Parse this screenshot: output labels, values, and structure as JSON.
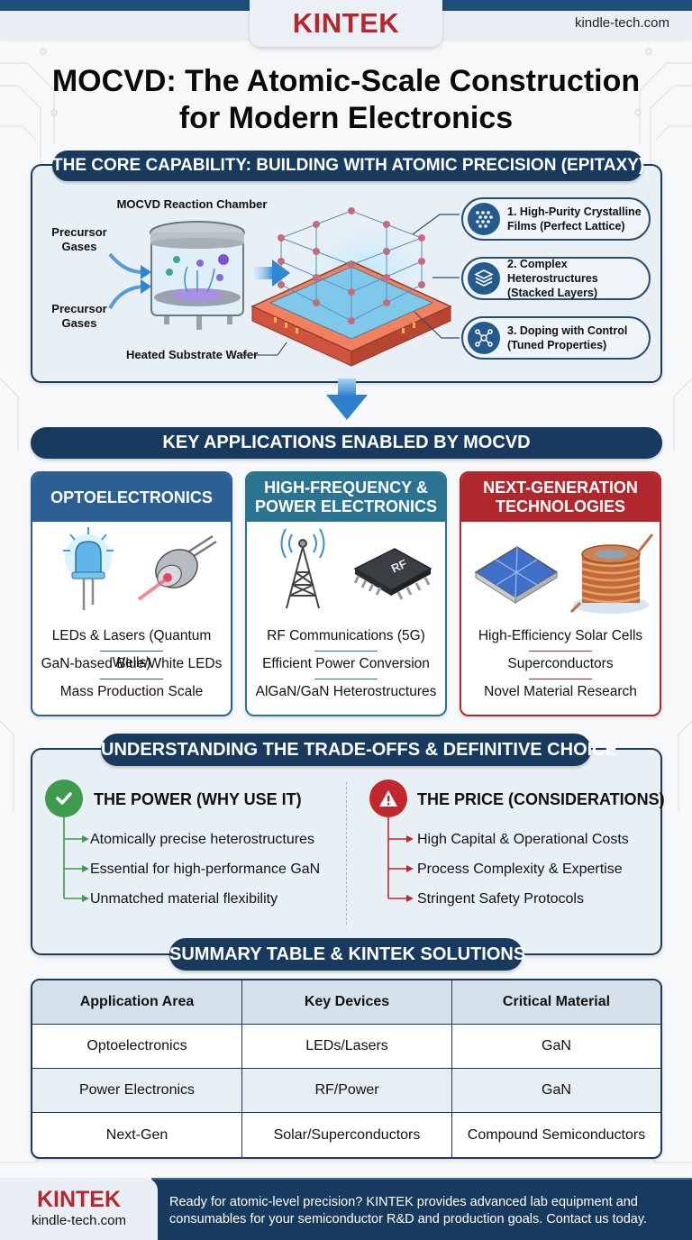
{
  "header": {
    "brand": "KINTEK",
    "site_url": "kindle-tech.com",
    "title_line1": "MOCVD: The Atomic-Scale Construction",
    "title_line2": "for Modern Electronics"
  },
  "core": {
    "heading": "THE CORE CAPABILITY: BUILDING WITH ATOMIC PRECISION (EPITAXY)",
    "chamber_label": "MOCVD Reaction Chamber",
    "gas_label_top": "Precursor Gases",
    "gas_label_bottom": "Precursor Gases",
    "substrate_label": "Heated Substrate Wafer",
    "features": [
      {
        "icon": "lattice-icon",
        "line1": "1. High-Purity Crystalline",
        "line2": "Films (Perfect Lattice)"
      },
      {
        "icon": "layers-icon",
        "line1": "2. Complex Heterostructures",
        "line2": "(Stacked Layers)"
      },
      {
        "icon": "network-nodes-icon",
        "line1": "3. Doping with Control",
        "line2": "(Tuned Properties)"
      }
    ]
  },
  "applications": {
    "heading": "KEY APPLICATIONS ENABLED BY MOCVD",
    "cards": [
      {
        "title": "OPTOELECTRONICS",
        "color": "#2b5f96",
        "icons": [
          "led-icon",
          "laser-diode-icon"
        ],
        "items": [
          "LEDs & Lasers (Quantum Wells)",
          "GaN-based Blue/White LEDs",
          "Mass Production Scale"
        ]
      },
      {
        "title": "HIGH-FREQUENCY & POWER ELECTRONICS",
        "color": "#2a7391",
        "icons": [
          "radio-tower-icon",
          "rf-chip-icon"
        ],
        "chip_label": "RF",
        "items": [
          "RF Communications (5G)",
          "Efficient Power Conversion",
          "AlGaN/GaN Heterostructures"
        ]
      },
      {
        "title": "NEXT-GENERATION TECHNOLOGIES",
        "color": "#b0282d",
        "icons": [
          "solar-panel-icon",
          "superconductor-coil-icon"
        ],
        "items": [
          "High-Efficiency Solar Cells",
          "Superconductors",
          "Novel Material Research"
        ]
      }
    ]
  },
  "tradeoffs": {
    "heading": "UNDERSTANDING THE TRADE-OFFS & DEFINITIVE CHOICE",
    "power": {
      "title": "THE POWER (WHY USE IT)",
      "color": "#3e9a4d",
      "items": [
        "Atomically precise heterostructures",
        "Essential for high-performance GaN",
        "Unmatched material flexibility"
      ]
    },
    "price": {
      "title": "THE PRICE (CONSIDERATIONS)",
      "color": "#c0282d",
      "items": [
        "High Capital & Operational Costs",
        "Process Complexity & Expertise",
        "Stringent Safety Protocols"
      ]
    }
  },
  "summary": {
    "heading": "SUMMARY TABLE & KINTEK SOLUTIONS",
    "columns": [
      "Application Area",
      "Key Devices",
      "Critical Material"
    ],
    "rows": [
      [
        "Optoelectronics",
        "LEDs/Lasers",
        "GaN"
      ],
      [
        "Power Electronics",
        "RF/Power",
        "GaN"
      ],
      [
        "Next-Gen",
        "Solar/Superconductors",
        "Compound Semiconductors"
      ]
    ]
  },
  "footer": {
    "brand": "KINTEK",
    "site_url": "kindle-tech.com",
    "cta": "Ready for atomic-level precision? KINTEK provides advanced lab equipment and consumables for your semiconductor R&D and production goals. Contact us today."
  },
  "colors": {
    "navy": "#173a5e",
    "brand_red": "#b5262d",
    "accent_blue": "#2f86d4",
    "success_green": "#3e9a4d",
    "warning_red": "#c0282d"
  }
}
